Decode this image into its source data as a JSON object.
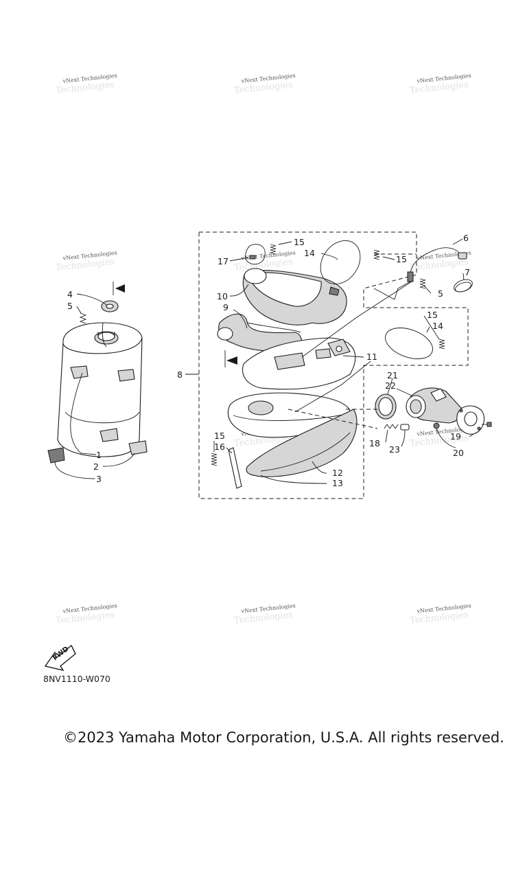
{
  "diagram": {
    "callouts": [
      "1",
      "2",
      "3",
      "4",
      "5",
      "5",
      "6",
      "7",
      "8",
      "9",
      "10",
      "11",
      "12",
      "13",
      "14",
      "14",
      "15",
      "15",
      "15",
      "15",
      "16",
      "17",
      "18",
      "19",
      "20",
      "21",
      "22",
      "23"
    ],
    "fwd_label": "FWD",
    "code": "8NV1110-W070"
  },
  "watermark": {
    "line1": "vNext Technologies",
    "line2": "Technologies"
  },
  "footer": {
    "copyright": "©2023 Yamaha Motor Corporation, U.S.A. All rights reserved."
  }
}
